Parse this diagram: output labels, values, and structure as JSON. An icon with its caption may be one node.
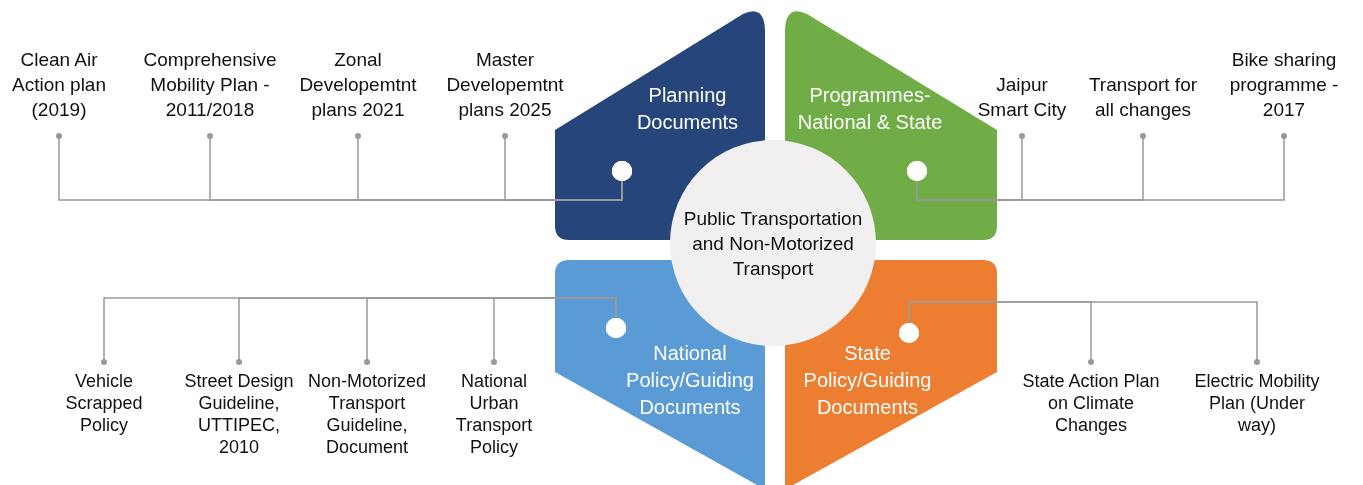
{
  "diagram": {
    "nodes": [
      {
        "text": [
          "Public Transportation and Non-Motorized Transport"
        ]
      },
      {
        "text": [
          "Planning Documents"
        ]
      },
      {
        "text": [
          "Programmes- National & State"
        ]
      },
      {
        "text": [
          "National Policy/Guiding Documents"
        ]
      },
      {
        "text": [
          "State Policy/Guiding Documents"
        ]
      },
      {
        "text": [
          "Clean Air Action plan (2019)"
        ]
      },
      {
        "text": [
          "Comprehensive Mobility Plan - 2011/2018"
        ]
      },
      {
        "text": [
          "Zonal Developemtnt plans 2021"
        ]
      },
      {
        "text": [
          "Master Developemtnt plans 2025"
        ]
      },
      {
        "text": [
          "Jaipur Smart City"
        ]
      },
      {
        "text": [
          "Transport for all changes"
        ]
      },
      {
        "text": [
          "Bike sharing programme - 2017"
        ]
      },
      {
        "text": [
          "Vehicle Scrapped Policy"
        ]
      },
      {
        "text": [
          "Street Design Guideline, UTTIPEC, 2010"
        ]
      },
      {
        "text": [
          "Non-Motorized Transport Guideline, Document"
        ]
      },
      {
        "text": [
          "National Urban Transport Policy"
        ]
      },
      {
        "text": [
          "State Action Plan on Climate Changes"
        ]
      },
      {
        "text": [
          "Electric Mobility Plan (Under way)"
        ]
      }
    ],
    "edges": [
      {
        "from": 1,
        "to": 5,
        "arrow": "other"
      },
      {
        "from": 1,
        "to": 6,
        "arrow": "other"
      },
      {
        "from": 1,
        "to": 7,
        "arrow": "other"
      },
      {
        "from": 1,
        "to": 8,
        "arrow": "other"
      },
      {
        "from": 2,
        "to": 9,
        "arrow": "other"
      },
      {
        "from": 2,
        "to": 10,
        "arrow": "other"
      },
      {
        "from": 2,
        "to": 11,
        "arrow": "other"
      },
      {
        "from": 3,
        "to": 12,
        "arrow": "other"
      },
      {
        "from": 3,
        "to": 13,
        "arrow": "other"
      },
      {
        "from": 3,
        "to": 14,
        "arrow": "other"
      },
      {
        "from": 3,
        "to": 15,
        "arrow": "other"
      },
      {
        "from": 4,
        "to": 16,
        "arrow": "other"
      },
      {
        "from": 4,
        "to": 17,
        "arrow": "other"
      }
    ]
  }
}
